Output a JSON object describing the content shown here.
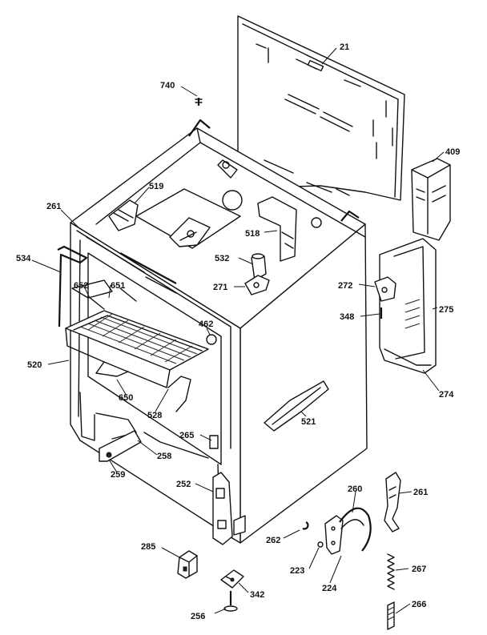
{
  "labels": [
    {
      "id": "21",
      "text": "21"
    },
    {
      "id": "740",
      "text": "740"
    },
    {
      "id": "409",
      "text": "409"
    },
    {
      "id": "519",
      "text": "519"
    },
    {
      "id": "261a",
      "text": "261"
    },
    {
      "id": "534",
      "text": "534"
    },
    {
      "id": "518",
      "text": "518"
    },
    {
      "id": "532",
      "text": "532"
    },
    {
      "id": "652",
      "text": "652"
    },
    {
      "id": "651",
      "text": "651"
    },
    {
      "id": "271",
      "text": "271"
    },
    {
      "id": "272",
      "text": "272"
    },
    {
      "id": "275",
      "text": "275"
    },
    {
      "id": "348",
      "text": "348"
    },
    {
      "id": "462",
      "text": "462"
    },
    {
      "id": "520",
      "text": "520"
    },
    {
      "id": "274",
      "text": "274"
    },
    {
      "id": "650",
      "text": "650"
    },
    {
      "id": "528",
      "text": "528"
    },
    {
      "id": "521",
      "text": "521"
    },
    {
      "id": "265",
      "text": "265"
    },
    {
      "id": "258",
      "text": "258"
    },
    {
      "id": "259",
      "text": "259"
    },
    {
      "id": "252",
      "text": "252"
    },
    {
      "id": "260",
      "text": "260"
    },
    {
      "id": "261b",
      "text": "261"
    },
    {
      "id": "262",
      "text": "262"
    },
    {
      "id": "285",
      "text": "285"
    },
    {
      "id": "223",
      "text": "223"
    },
    {
      "id": "267",
      "text": "267"
    },
    {
      "id": "342",
      "text": "342"
    },
    {
      "id": "224",
      "text": "224"
    },
    {
      "id": "266",
      "text": "266"
    },
    {
      "id": "256",
      "text": "256"
    }
  ]
}
